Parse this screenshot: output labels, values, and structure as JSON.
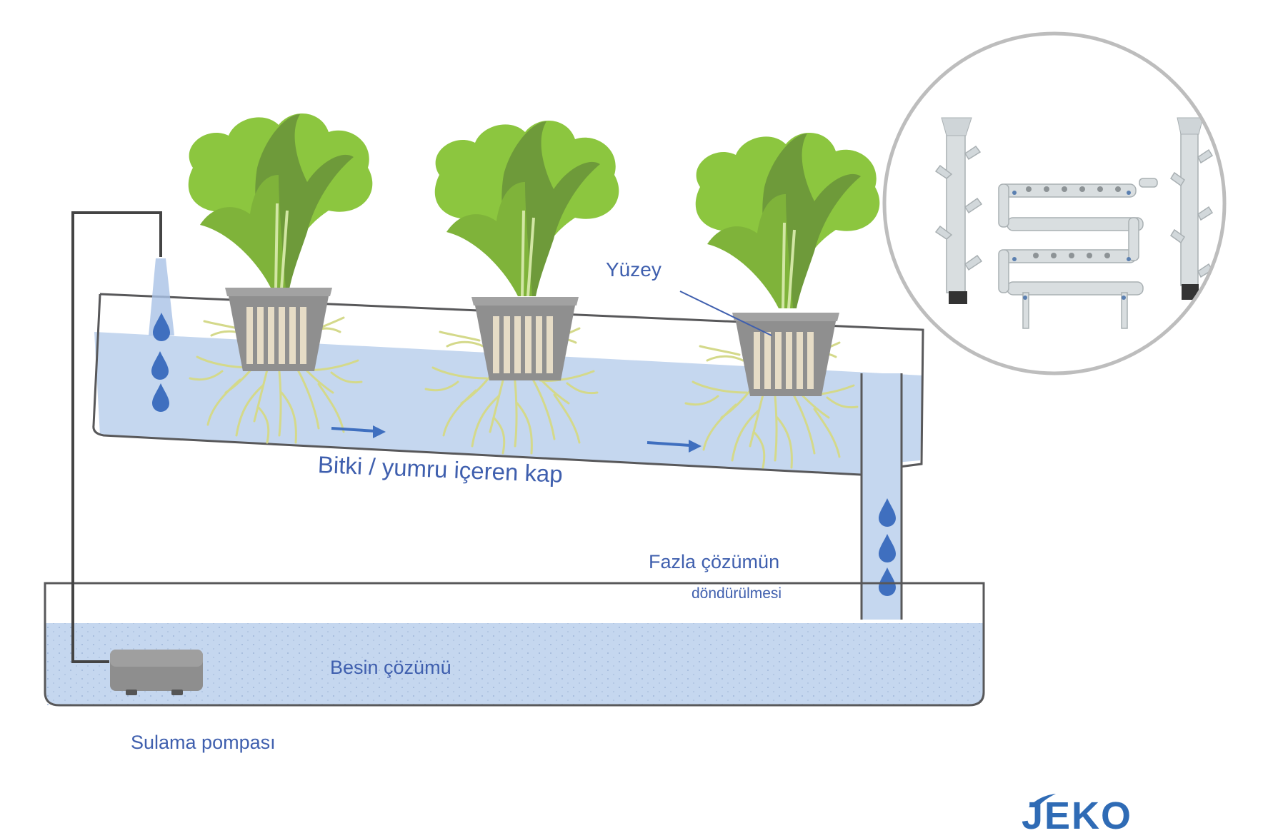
{
  "labels": {
    "surface": "Yüzey",
    "container": "Bitki / yumru içeren kap",
    "excess_return_line1": "Fazla çözümün",
    "excess_return_line2": "döndürülmesi",
    "nutrient_solution": "Besin çözümü",
    "irrigation_pump": "Sulama pompası"
  },
  "brand": {
    "text": "JEKO"
  },
  "colors": {
    "water": "#c5d7ef",
    "water_dark": "#a9c2e6",
    "drop": "#3f6fbf",
    "label": "#3f5fae",
    "outline": "#58585a",
    "pipe": "#444444",
    "leaf_light": "#8cc63f",
    "leaf_dark": "#6e9a3a",
    "pot": "#8f8f8f",
    "roots": "#d4d98a",
    "pump": "#8e8e8e",
    "inset_ring": "#bdbdbd",
    "pvc": "#d9dee0"
  },
  "icons": [
    "arrow-right-icon",
    "water-drop-icon",
    "plant-icon",
    "net-pot-icon",
    "pump-icon"
  ]
}
